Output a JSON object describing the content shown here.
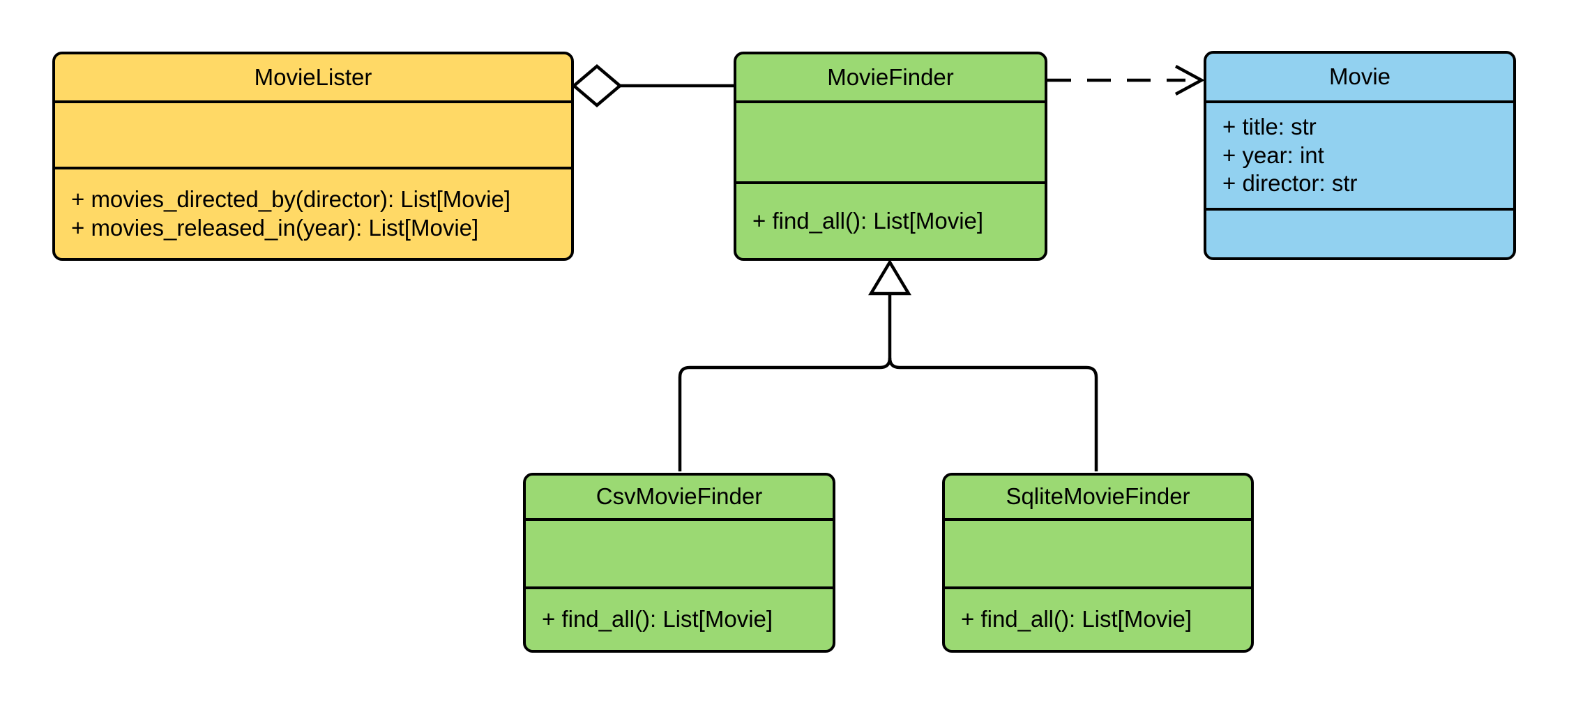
{
  "diagram": {
    "kind": "uml-class-diagram",
    "background": "#FFFFFF",
    "stroke_color": "#000000",
    "colors": {
      "yellow": "#FFD966",
      "green": "#9BD973",
      "blue": "#92D1F0"
    },
    "classes": [
      {
        "name": "MovieLister",
        "fill": "#FFD966",
        "attributes": [],
        "methods": [
          "+ movies_directed_by(director): List[Movie]",
          "+ movies_released_in(year): List[Movie]"
        ]
      },
      {
        "name": "MovieFinder",
        "fill": "#9BD973",
        "attributes": [],
        "methods": [
          "+ find_all(): List[Movie]"
        ]
      },
      {
        "name": "Movie",
        "fill": "#92D1F0",
        "attributes": [
          "+ title: str",
          "+ year: int",
          "+ director: str"
        ],
        "methods": []
      },
      {
        "name": "CsvMovieFinder",
        "fill": "#9BD973",
        "attributes": [],
        "methods": [
          "+ find_all(): List[Movie]"
        ]
      },
      {
        "name": "SqliteMovieFinder",
        "fill": "#9BD973",
        "attributes": [],
        "methods": [
          "+ find_all(): List[Movie]"
        ]
      }
    ],
    "relationships": [
      {
        "type": "aggregation",
        "from": "MovieLister",
        "to": "MovieFinder",
        "line": "solid",
        "marker": "hollow-diamond-at-source"
      },
      {
        "type": "dependency",
        "from": "MovieFinder",
        "to": "Movie",
        "line": "dashed",
        "marker": "open-arrow-at-target"
      },
      {
        "type": "generalization",
        "from": "CsvMovieFinder",
        "to": "MovieFinder",
        "line": "solid",
        "marker": "hollow-triangle-at-target"
      },
      {
        "type": "generalization",
        "from": "SqliteMovieFinder",
        "to": "MovieFinder",
        "line": "solid",
        "marker": "hollow-triangle-at-target"
      }
    ]
  }
}
